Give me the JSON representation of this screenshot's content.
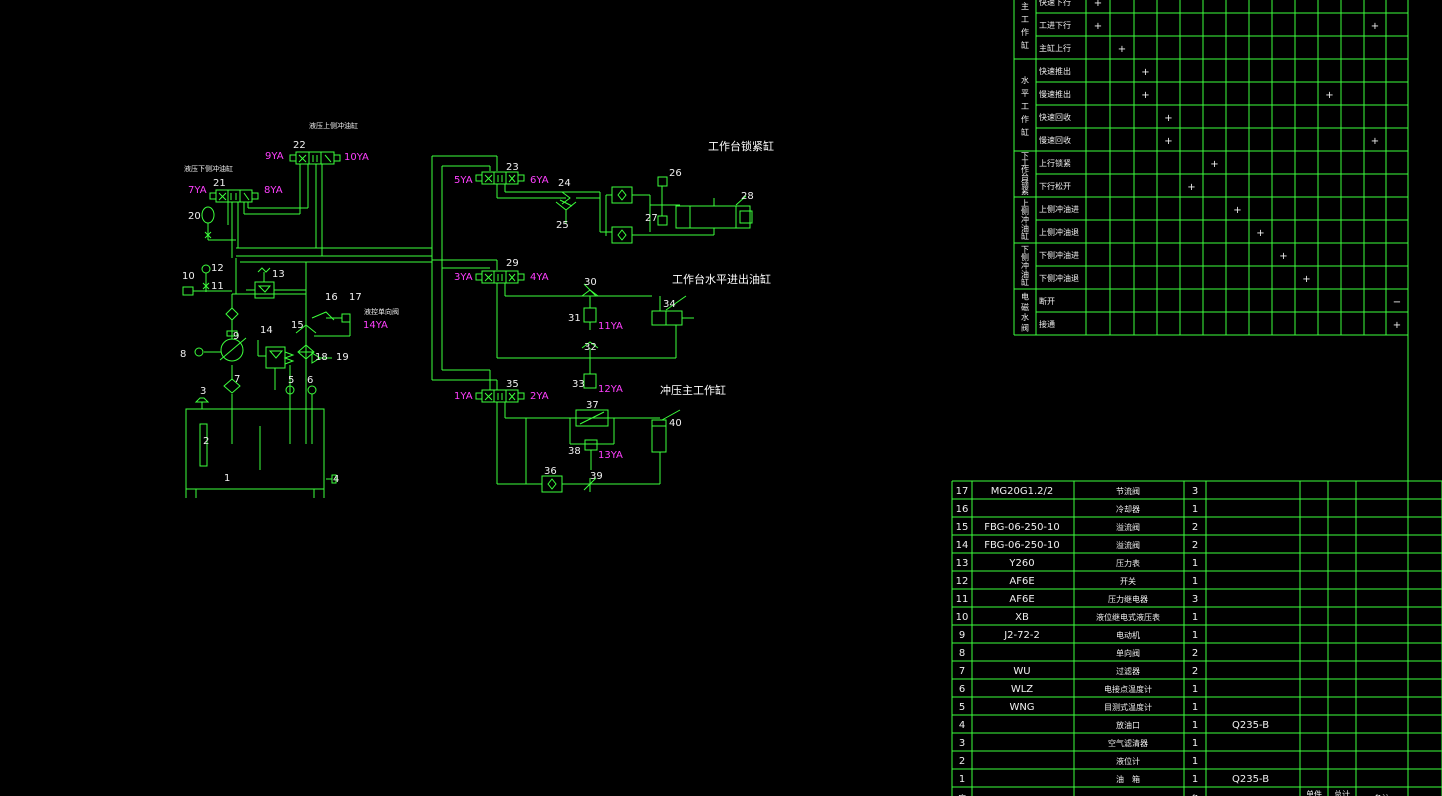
{
  "labels": {
    "n1": "1",
    "n2": "2",
    "n3": "3",
    "n4": "4",
    "n5": "5",
    "n6": "6",
    "n7": "7",
    "n8": "8",
    "n9": "9",
    "n10": "10",
    "n11": "11",
    "n12": "12",
    "n13": "13",
    "n14": "14",
    "n15": "15",
    "n16": "16",
    "n17": "17",
    "n18": "18",
    "n19": "19",
    "n20": "20",
    "n21": "21",
    "n22": "22",
    "n23": "23",
    "n24": "24",
    "n25": "25",
    "n26": "26",
    "n27": "27",
    "n28": "28",
    "n29": "29",
    "n30": "30",
    "n31": "31",
    "n32": "32",
    "n33": "33",
    "n34": "34",
    "n35": "35",
    "n36": "36",
    "n37": "37",
    "n38": "38",
    "n39": "39",
    "n40": "40"
  },
  "solenoids": {
    "s1": "1YA",
    "s2": "2YA",
    "s3": "3YA",
    "s4": "4YA",
    "s5": "5YA",
    "s6": "6YA",
    "s7": "7YA",
    "s8": "8YA",
    "s9": "9YA",
    "s10": "10YA",
    "s11": "11YA",
    "s12": "12YA",
    "s13": "13YA",
    "s14": "14YA"
  },
  "captions": {
    "clamp_cyl": "工作台锁紧缸",
    "horiz_cyl": "工作台水平进出油缸",
    "main_cyl": "冲压主工作缸",
    "upper_valve": "液压上侧冲油缸",
    "lower_valve": "液压下侧冲油缸",
    "unload": "液控单向阀"
  },
  "action_table": {
    "groups": [
      {
        "name": "主工作缸",
        "rows": [
          "快速下行",
          "工进下行",
          "主缸上行"
        ]
      },
      {
        "name": "水平工作缸",
        "rows": [
          "快速推出",
          "慢速推出",
          "快速回收",
          "慢速回收"
        ]
      },
      {
        "name": "下工作台锁紧",
        "rows": [
          "上行锁紧",
          "下行松开"
        ]
      },
      {
        "name": "上侧冲油缸",
        "rows": [
          "上侧冲油进",
          "上侧冲油退"
        ]
      },
      {
        "name": "下侧冲油缸",
        "rows": [
          "下侧冲油进",
          "下侧冲油退"
        ]
      },
      {
        "name": "电磁水阀",
        "rows": [
          "断开",
          "接通"
        ]
      }
    ],
    "marks": [
      {
        "row": 0,
        "col": 0,
        "v": "+"
      },
      {
        "row": 1,
        "col": 0,
        "v": "+"
      },
      {
        "row": 1,
        "col": 12,
        "v": "+"
      },
      {
        "row": 2,
        "col": 1,
        "v": "+"
      },
      {
        "row": 3,
        "col": 2,
        "v": "+"
      },
      {
        "row": 4,
        "col": 2,
        "v": "+"
      },
      {
        "row": 4,
        "col": 10,
        "v": "+"
      },
      {
        "row": 5,
        "col": 3,
        "v": "+"
      },
      {
        "row": 6,
        "col": 3,
        "v": "+"
      },
      {
        "row": 6,
        "col": 12,
        "v": "+"
      },
      {
        "row": 7,
        "col": 5,
        "v": "+"
      },
      {
        "row": 8,
        "col": 4,
        "v": "+"
      },
      {
        "row": 9,
        "col": 6,
        "v": "+"
      },
      {
        "row": 10,
        "col": 7,
        "v": "+"
      },
      {
        "row": 11,
        "col": 8,
        "v": "+"
      },
      {
        "row": 12,
        "col": 9,
        "v": "+"
      },
      {
        "row": 13,
        "col": 13,
        "v": "−"
      },
      {
        "row": 14,
        "col": 13,
        "v": "+"
      }
    ]
  },
  "bom": [
    {
      "no": "17",
      "code": "MG20G1.2/2",
      "name": "节流阀",
      "qty": "3",
      "mat": ""
    },
    {
      "no": "16",
      "code": "",
      "name": "冷却器",
      "qty": "1",
      "mat": ""
    },
    {
      "no": "15",
      "code": "FBG-06-250-10",
      "name": "溢流阀",
      "qty": "2",
      "mat": ""
    },
    {
      "no": "14",
      "code": "FBG-06-250-10",
      "name": "溢流阀",
      "qty": "2",
      "mat": ""
    },
    {
      "no": "13",
      "code": "Y260",
      "name": "压力表",
      "qty": "1",
      "mat": ""
    },
    {
      "no": "12",
      "code": "AF6E",
      "name": "开关",
      "qty": "1",
      "mat": ""
    },
    {
      "no": "11",
      "code": "AF6E",
      "name": "压力继电器",
      "qty": "3",
      "mat": ""
    },
    {
      "no": "10",
      "code": "XB",
      "name": "液位继电式液压表",
      "qty": "1",
      "mat": ""
    },
    {
      "no": "9",
      "code": "J2-72-2",
      "name": "电动机",
      "qty": "1",
      "mat": ""
    },
    {
      "no": "8",
      "code": "",
      "name": "单向阀",
      "qty": "2",
      "mat": ""
    },
    {
      "no": "7",
      "code": "WU",
      "name": "过滤器",
      "qty": "2",
      "mat": ""
    },
    {
      "no": "6",
      "code": "WLZ",
      "name": "电接点温度计",
      "qty": "1",
      "mat": ""
    },
    {
      "no": "5",
      "code": "WNG",
      "name": "目测式温度计",
      "qty": "1",
      "mat": ""
    },
    {
      "no": "4",
      "code": "",
      "name": "放油口",
      "qty": "1",
      "mat": "Q235-B"
    },
    {
      "no": "3",
      "code": "",
      "name": "空气滤清器",
      "qty": "1",
      "mat": ""
    },
    {
      "no": "2",
      "code": "",
      "name": "液位计",
      "qty": "1",
      "mat": ""
    },
    {
      "no": "1",
      "code": "",
      "name": "油　箱",
      "qty": "1",
      "mat": "Q235-B"
    }
  ],
  "bom_footer": {
    "c1": "序",
    "c2": "备",
    "c3": "单件",
    "c4": "总计",
    "c5": "备注"
  },
  "colors": {
    "line": "#3cff3c",
    "label": "#f0f0f0",
    "solenoid": "#ff40ff",
    "bg": "#000000"
  }
}
